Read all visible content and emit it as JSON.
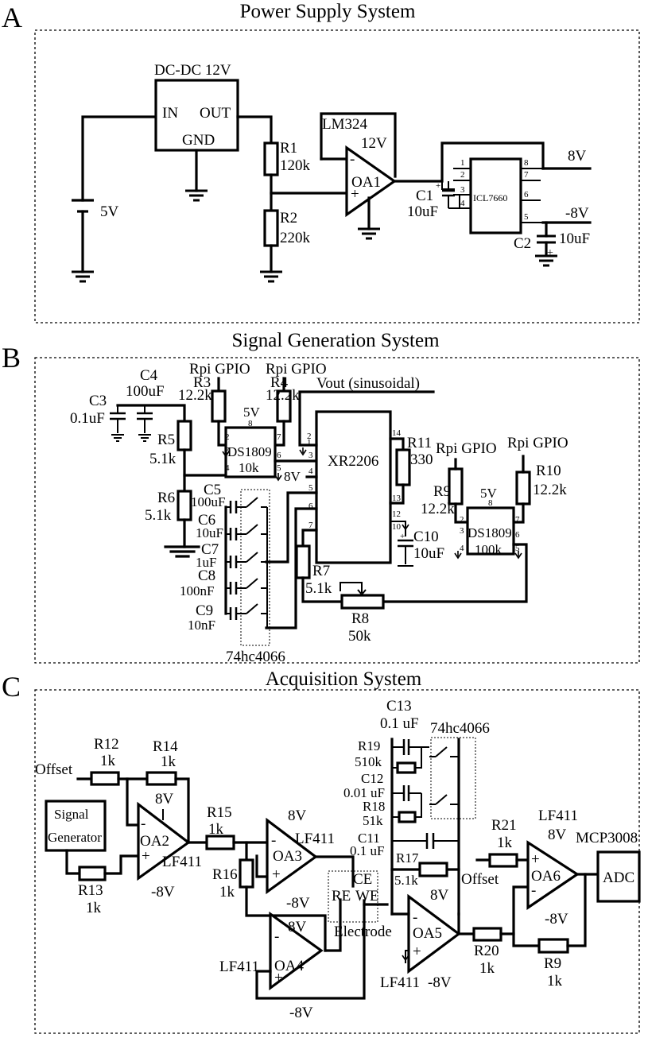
{
  "sections": {
    "a": {
      "letter": "A",
      "title": "Power Supply System"
    },
    "b": {
      "letter": "B",
      "title": "Signal Generation System"
    },
    "c": {
      "letter": "C",
      "title": "Acquisition System"
    }
  },
  "power": {
    "dcdc": {
      "name": "DC-DC 12V",
      "in": "IN",
      "out": "OUT",
      "gnd": "GND"
    },
    "v5": "5V",
    "r1": {
      "name": "R1",
      "value": "120k"
    },
    "r2": {
      "name": "R2",
      "value": "220k"
    },
    "lm324": "LM324",
    "v12": "12V",
    "oa1": "OA1",
    "c1": {
      "name": "C1",
      "value": "10uF"
    },
    "c2": {
      "name": "C2",
      "value": "10uF"
    },
    "icl": "ICL7660",
    "pins": [
      "1",
      "2",
      "3",
      "4",
      "8",
      "7",
      "6",
      "5"
    ],
    "v8": "8V",
    "vm8": "-8V",
    "plus": "+",
    "minus": "-"
  },
  "gen": {
    "c3": {
      "name": "C3",
      "value": "0.1uF"
    },
    "c4": {
      "name": "C4",
      "value": "100uF"
    },
    "r3": {
      "name": "R3",
      "value": "12.2k"
    },
    "r4": {
      "name": "R4",
      "value": "12.2k"
    },
    "r5": {
      "name": "R5",
      "value": "5.1k"
    },
    "r6": {
      "name": "R6",
      "value": "5.1k"
    },
    "gpio": "Rpi GPIO",
    "vout": "Vout (sinusoidal)",
    "v5": "5V",
    "v8": "8V",
    "ds1": {
      "name": "DS1809",
      "value": "10k"
    },
    "ds2": {
      "name": "DS1809",
      "value": "100k"
    },
    "xr": "XR2206",
    "r11": {
      "name": "R11",
      "value": "330"
    },
    "r9": {
      "name": "R9",
      "value": "12.2k"
    },
    "r10": {
      "name": "R10",
      "value": "12.2k"
    },
    "c10": {
      "name": "C10",
      "value": "10uF"
    },
    "c5": {
      "name": "C5",
      "value": "100uF"
    },
    "c6": {
      "name": "C6",
      "value": "10uF"
    },
    "c7": {
      "name": "C7",
      "value": "1uF"
    },
    "c8": {
      "name": "C8",
      "value": "100nF"
    },
    "c9": {
      "name": "C9",
      "value": "10nF"
    },
    "r7": {
      "name": "R7",
      "value": "5.1k"
    },
    "r8": {
      "name": "R8",
      "value": "50k"
    },
    "switch": "74hc4066",
    "xr_pins": [
      "1",
      "2",
      "3",
      "4",
      "5",
      "6",
      "7",
      "14",
      "13",
      "12",
      "10"
    ],
    "ds1_pins": [
      "8",
      "2",
      "3",
      "4",
      "7",
      "6",
      "5"
    ],
    "ds2_pins": [
      "8",
      "2",
      "3",
      "4",
      "7",
      "6",
      "5"
    ]
  },
  "acq": {
    "r12": {
      "name": "R12",
      "value": "1k"
    },
    "r14": {
      "name": "R14",
      "value": "1k"
    },
    "offset": "Offset",
    "siggen": {
      "line1": "Signal",
      "line2": "Generator"
    },
    "r13": {
      "name": "R13",
      "value": "1k"
    },
    "oa2": "OA2",
    "oa3": "OA3",
    "oa4": "OA4",
    "oa5": "OA5",
    "oa6": "OA6",
    "lf411": "LF411",
    "v8": "8V",
    "vm8": "-8V",
    "r15": {
      "name": "R15",
      "value": "1k"
    },
    "r16": {
      "name": "R16",
      "value": "1k"
    },
    "ce": "CE",
    "re": "RE",
    "we": "WE",
    "electrode": "Electrode",
    "c13": {
      "name": "C13",
      "value": "0.1 uF"
    },
    "r19": {
      "name": "R19",
      "value": "510k"
    },
    "c12": {
      "name": "C12",
      "value": "0.01 uF"
    },
    "r18": {
      "name": "R18",
      "value": "51k"
    },
    "c11": {
      "name": "C11",
      "value": "0.1 uF"
    },
    "r17": {
      "name": "R17",
      "value": "5.1k"
    },
    "switch": "74hc4066",
    "r21": {
      "name": "R21",
      "value": "1k"
    },
    "r20": {
      "name": "R20",
      "value": "1k"
    },
    "r9": {
      "name": "R9",
      "value": "1k"
    },
    "mcp": "MCP3008",
    "adc": "ADC"
  }
}
